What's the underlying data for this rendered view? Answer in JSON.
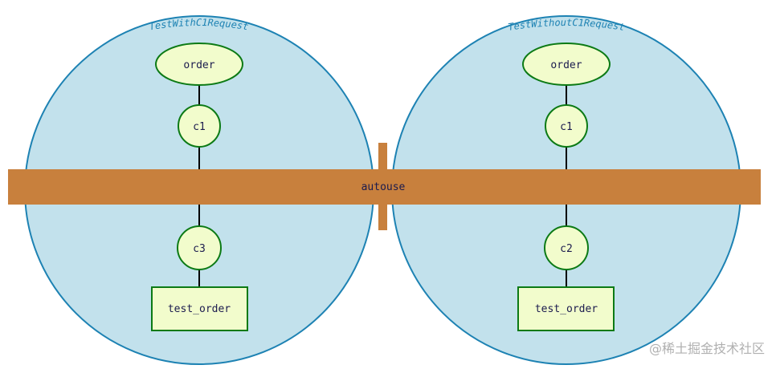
{
  "colors": {
    "cluster_fill": "#c2e1ec",
    "cluster_stroke": "#1d82b3",
    "cluster_label": "#1d82b3",
    "node_fill": "#f2fccc",
    "node_stroke": "#0c7a15",
    "node_text": "#1b1b4e",
    "edge": "#000000",
    "band_fill": "#c8803d",
    "band_text": "#1b1b4e",
    "watermark": "#b0b0b0"
  },
  "clusters": [
    {
      "label": "TestWithC1Request",
      "nodes": {
        "order": "order",
        "c1": "c1",
        "lower_fixture": "c3",
        "test": "test_order"
      }
    },
    {
      "label": "TestWithoutC1Request",
      "nodes": {
        "order": "order",
        "c1": "c1",
        "lower_fixture": "c2",
        "test": "test_order"
      }
    }
  ],
  "band": {
    "label": "autouse"
  },
  "watermark": "@稀土掘金技术社区"
}
